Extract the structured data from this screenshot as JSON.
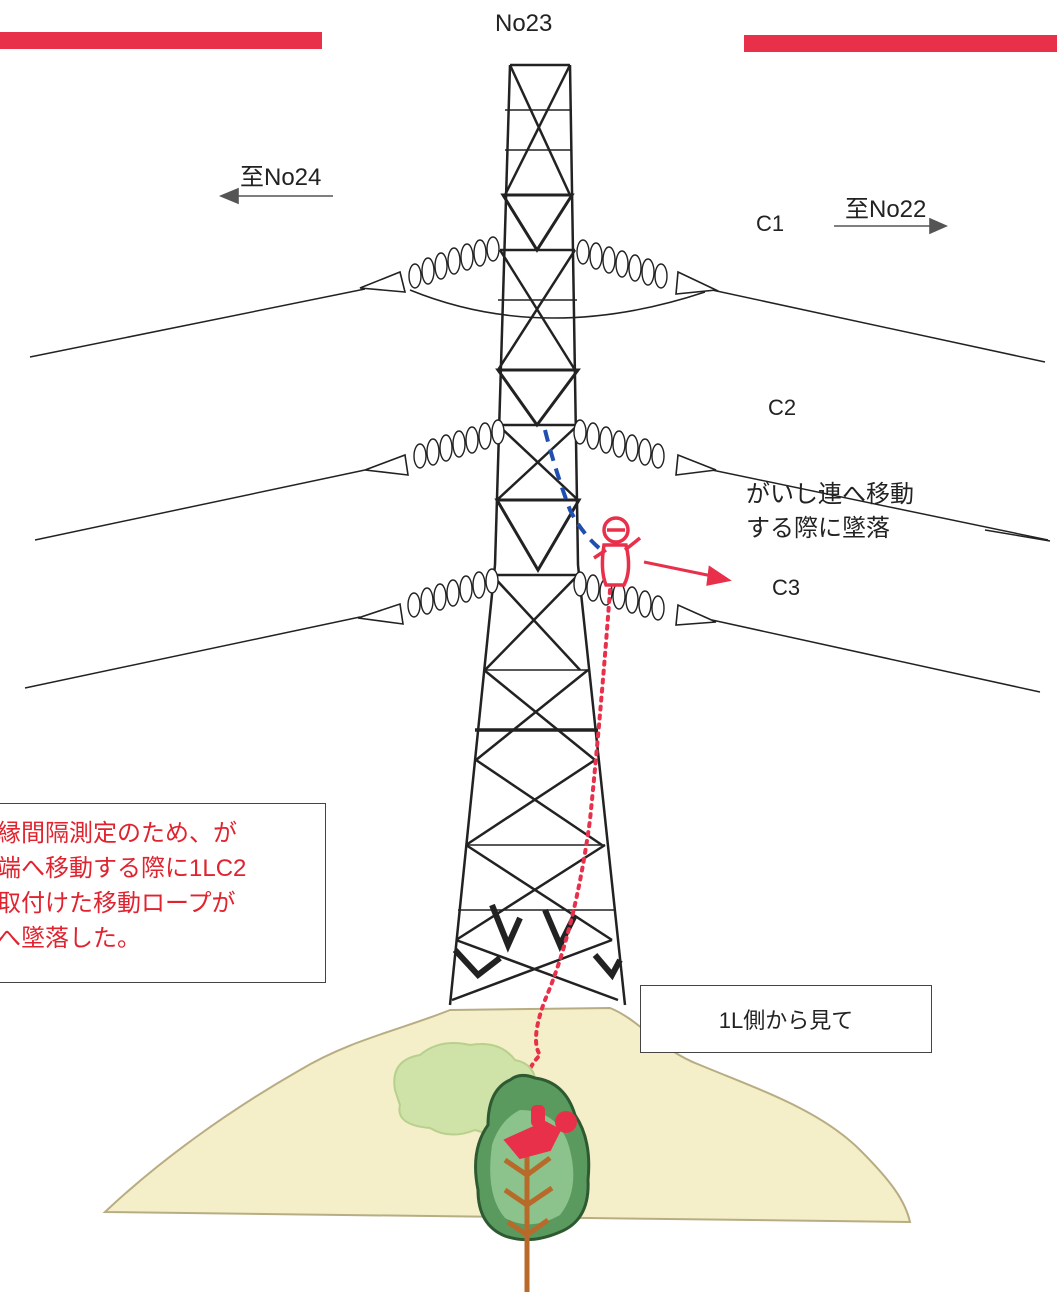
{
  "tower_label": "No23",
  "direction_left": "至No24",
  "direction_right": "至No22",
  "phases": {
    "c1": "C1",
    "c2": "C2",
    "c3": "C3"
  },
  "fall_note": {
    "line1": "がいし連へ移動",
    "line2": "する際に墜落"
  },
  "incident_note": {
    "lines": [
      "縁間隔測定のため、が",
      "端へ移動する際に1LC2",
      "取付けた移動ロープが",
      "へ墜落した。"
    ]
  },
  "view_note": "1L側から見て",
  "colors": {
    "accent_red": "#e8304a",
    "note_red": "#e0232e",
    "rope_blue": "#1f4fb0",
    "ground": "#f4efc8",
    "tree_green": "#5a9a5e",
    "tree_trunk": "#b86a2a"
  }
}
